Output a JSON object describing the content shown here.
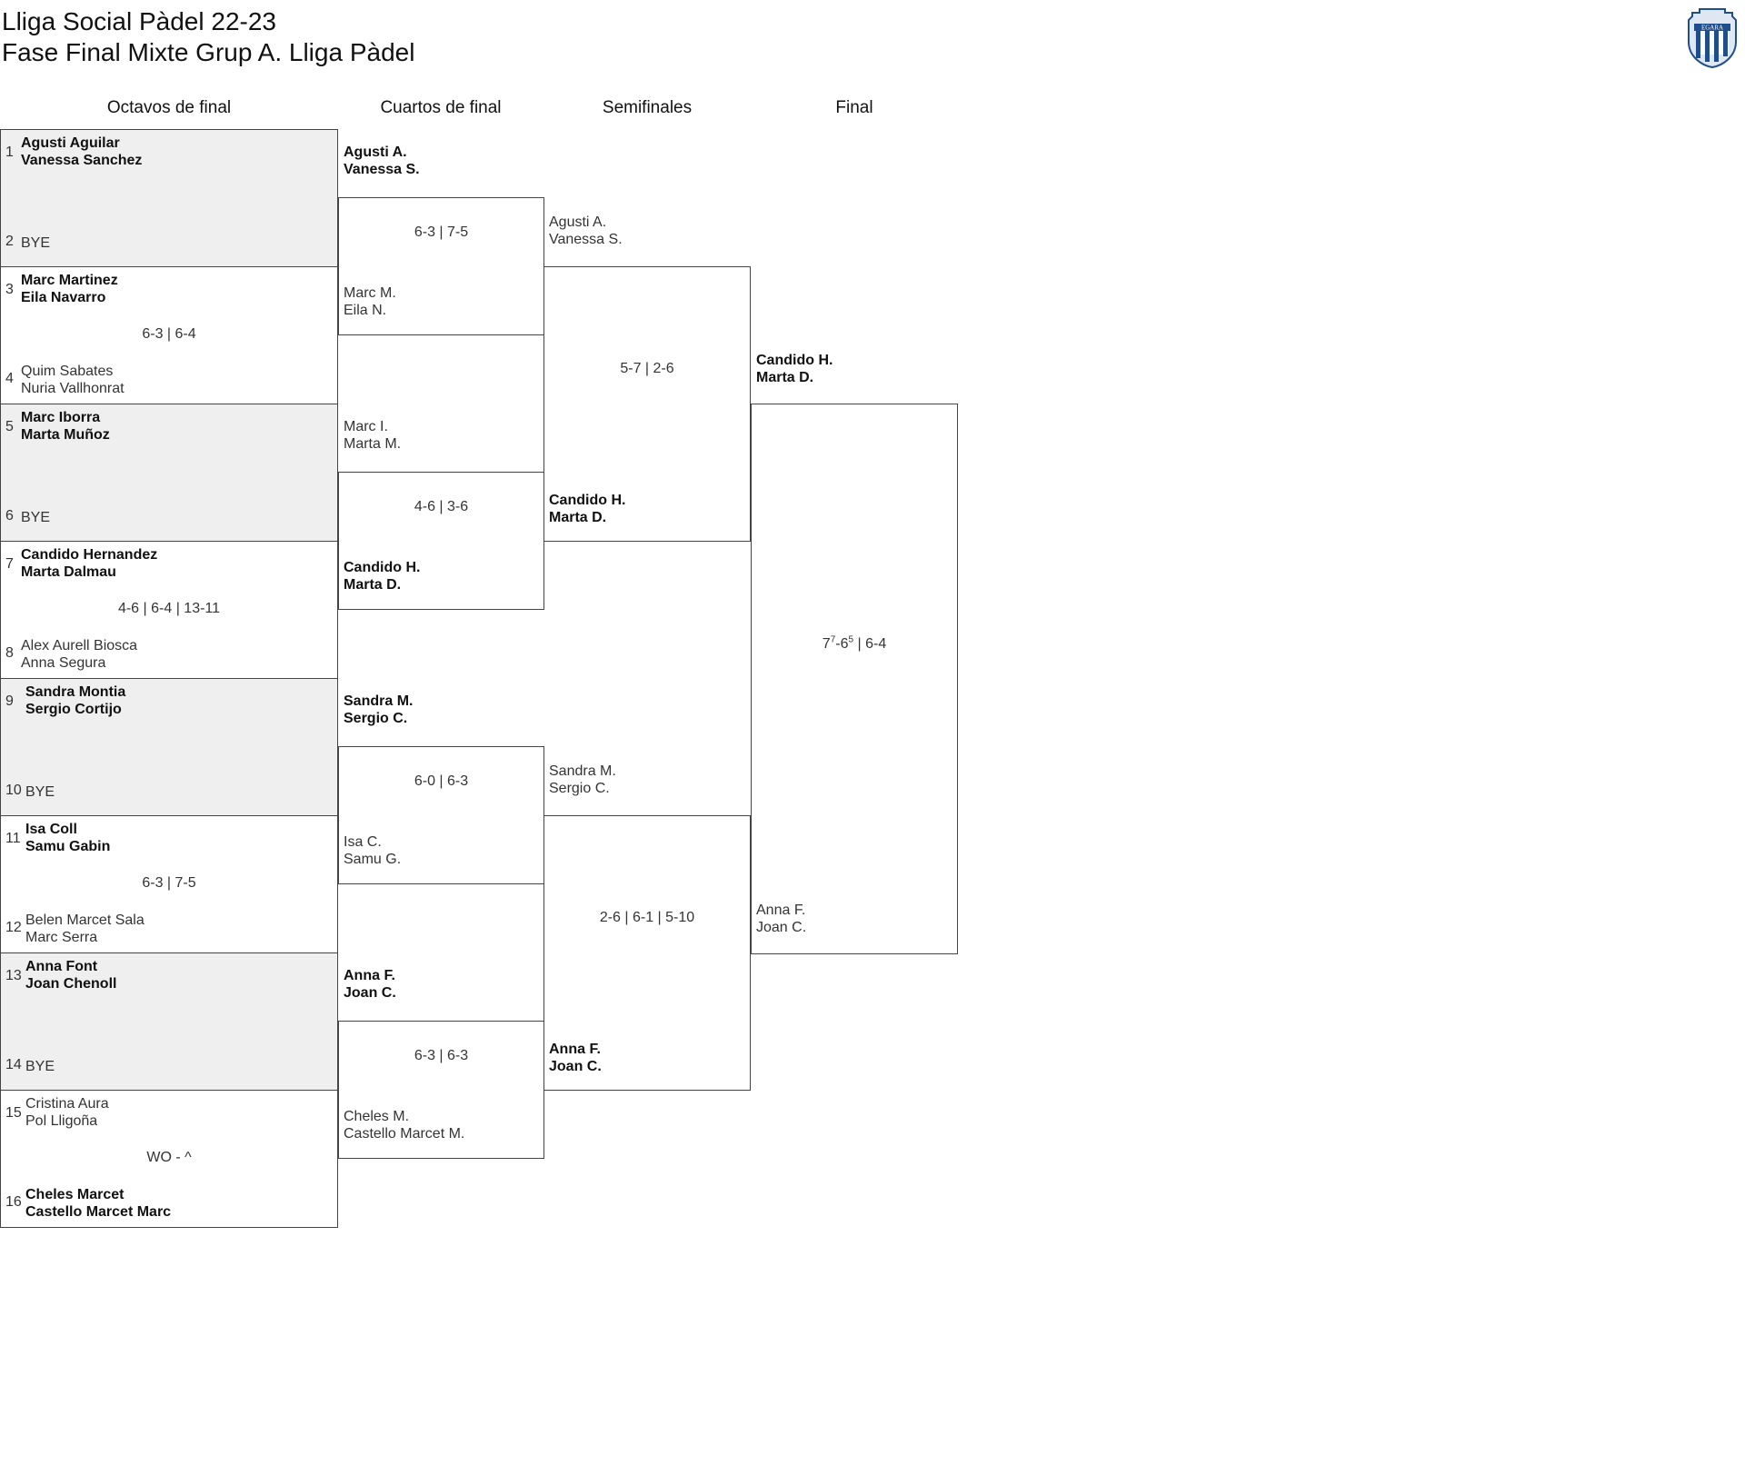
{
  "header": {
    "title": "Lliga Social Pàdel 22-23",
    "subtitle": "Fase Final Mixte Grup A. Lliga Pàdel",
    "logo_text": "EGARA"
  },
  "rounds": [
    "Octavos de final",
    "Cuartos de final",
    "Semifinales",
    "Final"
  ],
  "r16": [
    {
      "seed1": "1",
      "p1": [
        "Agusti Aguilar",
        "Vanessa Sanchez"
      ],
      "seed2": "2",
      "p2": [
        "BYE"
      ],
      "score": "",
      "bye": true
    },
    {
      "seed1": "3",
      "p1": [
        "Marc Martinez",
        "Eila Navarro"
      ],
      "seed2": "4",
      "p2": [
        "Quim Sabates",
        "Nuria Vallhonrat"
      ],
      "score": "6-3 | 6-4",
      "bye": false
    },
    {
      "seed1": "5",
      "p1": [
        "Marc Iborra",
        "Marta Muñoz"
      ],
      "seed2": "6",
      "p2": [
        "BYE"
      ],
      "score": "",
      "bye": true
    },
    {
      "seed1": "7",
      "p1": [
        "Candido Hernandez",
        "Marta Dalmau"
      ],
      "seed2": "8",
      "p2": [
        "Alex Aurell Biosca",
        "Anna Segura"
      ],
      "score": "4-6 | 6-4 | 13-11",
      "bye": false
    },
    {
      "seed1": "9",
      "p1": [
        "Sandra Montia",
        "Sergio Cortijo"
      ],
      "seed2": "10",
      "p2": [
        "BYE"
      ],
      "score": "",
      "bye": true
    },
    {
      "seed1": "11",
      "p1": [
        "Isa Coll",
        "Samu Gabin"
      ],
      "seed2": "12",
      "p2": [
        "Belen Marcet Sala",
        "Marc Serra"
      ],
      "score": "6-3 | 7-5",
      "bye": false
    },
    {
      "seed1": "13",
      "p1": [
        "Anna Font",
        "Joan Chenoll"
      ],
      "seed2": "14",
      "p2": [
        "BYE"
      ],
      "score": "",
      "bye": true
    },
    {
      "seed1": "15",
      "p1": [
        "Cristina Aura",
        "Pol Lligoña"
      ],
      "seed2": "16",
      "p2": [
        "Cheles Marcet",
        "Castello Marcet Marc"
      ],
      "score": "WO - ^",
      "bye": false
    }
  ],
  "qf": [
    {
      "p1": [
        "Agusti A.",
        "Vanessa S."
      ],
      "p2": [
        "Marc M.",
        "Eila N."
      ],
      "score": "6-3 | 7-5"
    },
    {
      "p1": [
        "Marc I.",
        "Marta M."
      ],
      "p2": [
        "Candido H.",
        "Marta D."
      ],
      "score": "4-6 | 3-6"
    },
    {
      "p1": [
        "Sandra M.",
        "Sergio C."
      ],
      "p2": [
        "Isa C.",
        "Samu G."
      ],
      "score": "6-0 | 6-3"
    },
    {
      "p1": [
        "Anna F.",
        "Joan C."
      ],
      "p2": [
        "Cheles M.",
        "Castello Marcet M."
      ],
      "score": "6-3 | 6-3"
    }
  ],
  "sf": [
    {
      "p1": [
        "Agusti A.",
        "Vanessa S."
      ],
      "p2": [
        "Candido H.",
        "Marta D."
      ],
      "score": "5-7 | 2-6"
    },
    {
      "p1": [
        "Sandra M.",
        "Sergio C."
      ],
      "p2": [
        "Anna F.",
        "Joan C."
      ],
      "score": "2-6 | 6-1 | 5-10"
    }
  ],
  "final": {
    "p1": [
      "Candido H.",
      "Marta D."
    ],
    "p2": [
      "Anna F.",
      "Joan C."
    ],
    "score": {
      "a": "7",
      "a_tb": "7",
      "b": "-6",
      "b_tb": "5",
      "rest": " | 6-4"
    }
  }
}
